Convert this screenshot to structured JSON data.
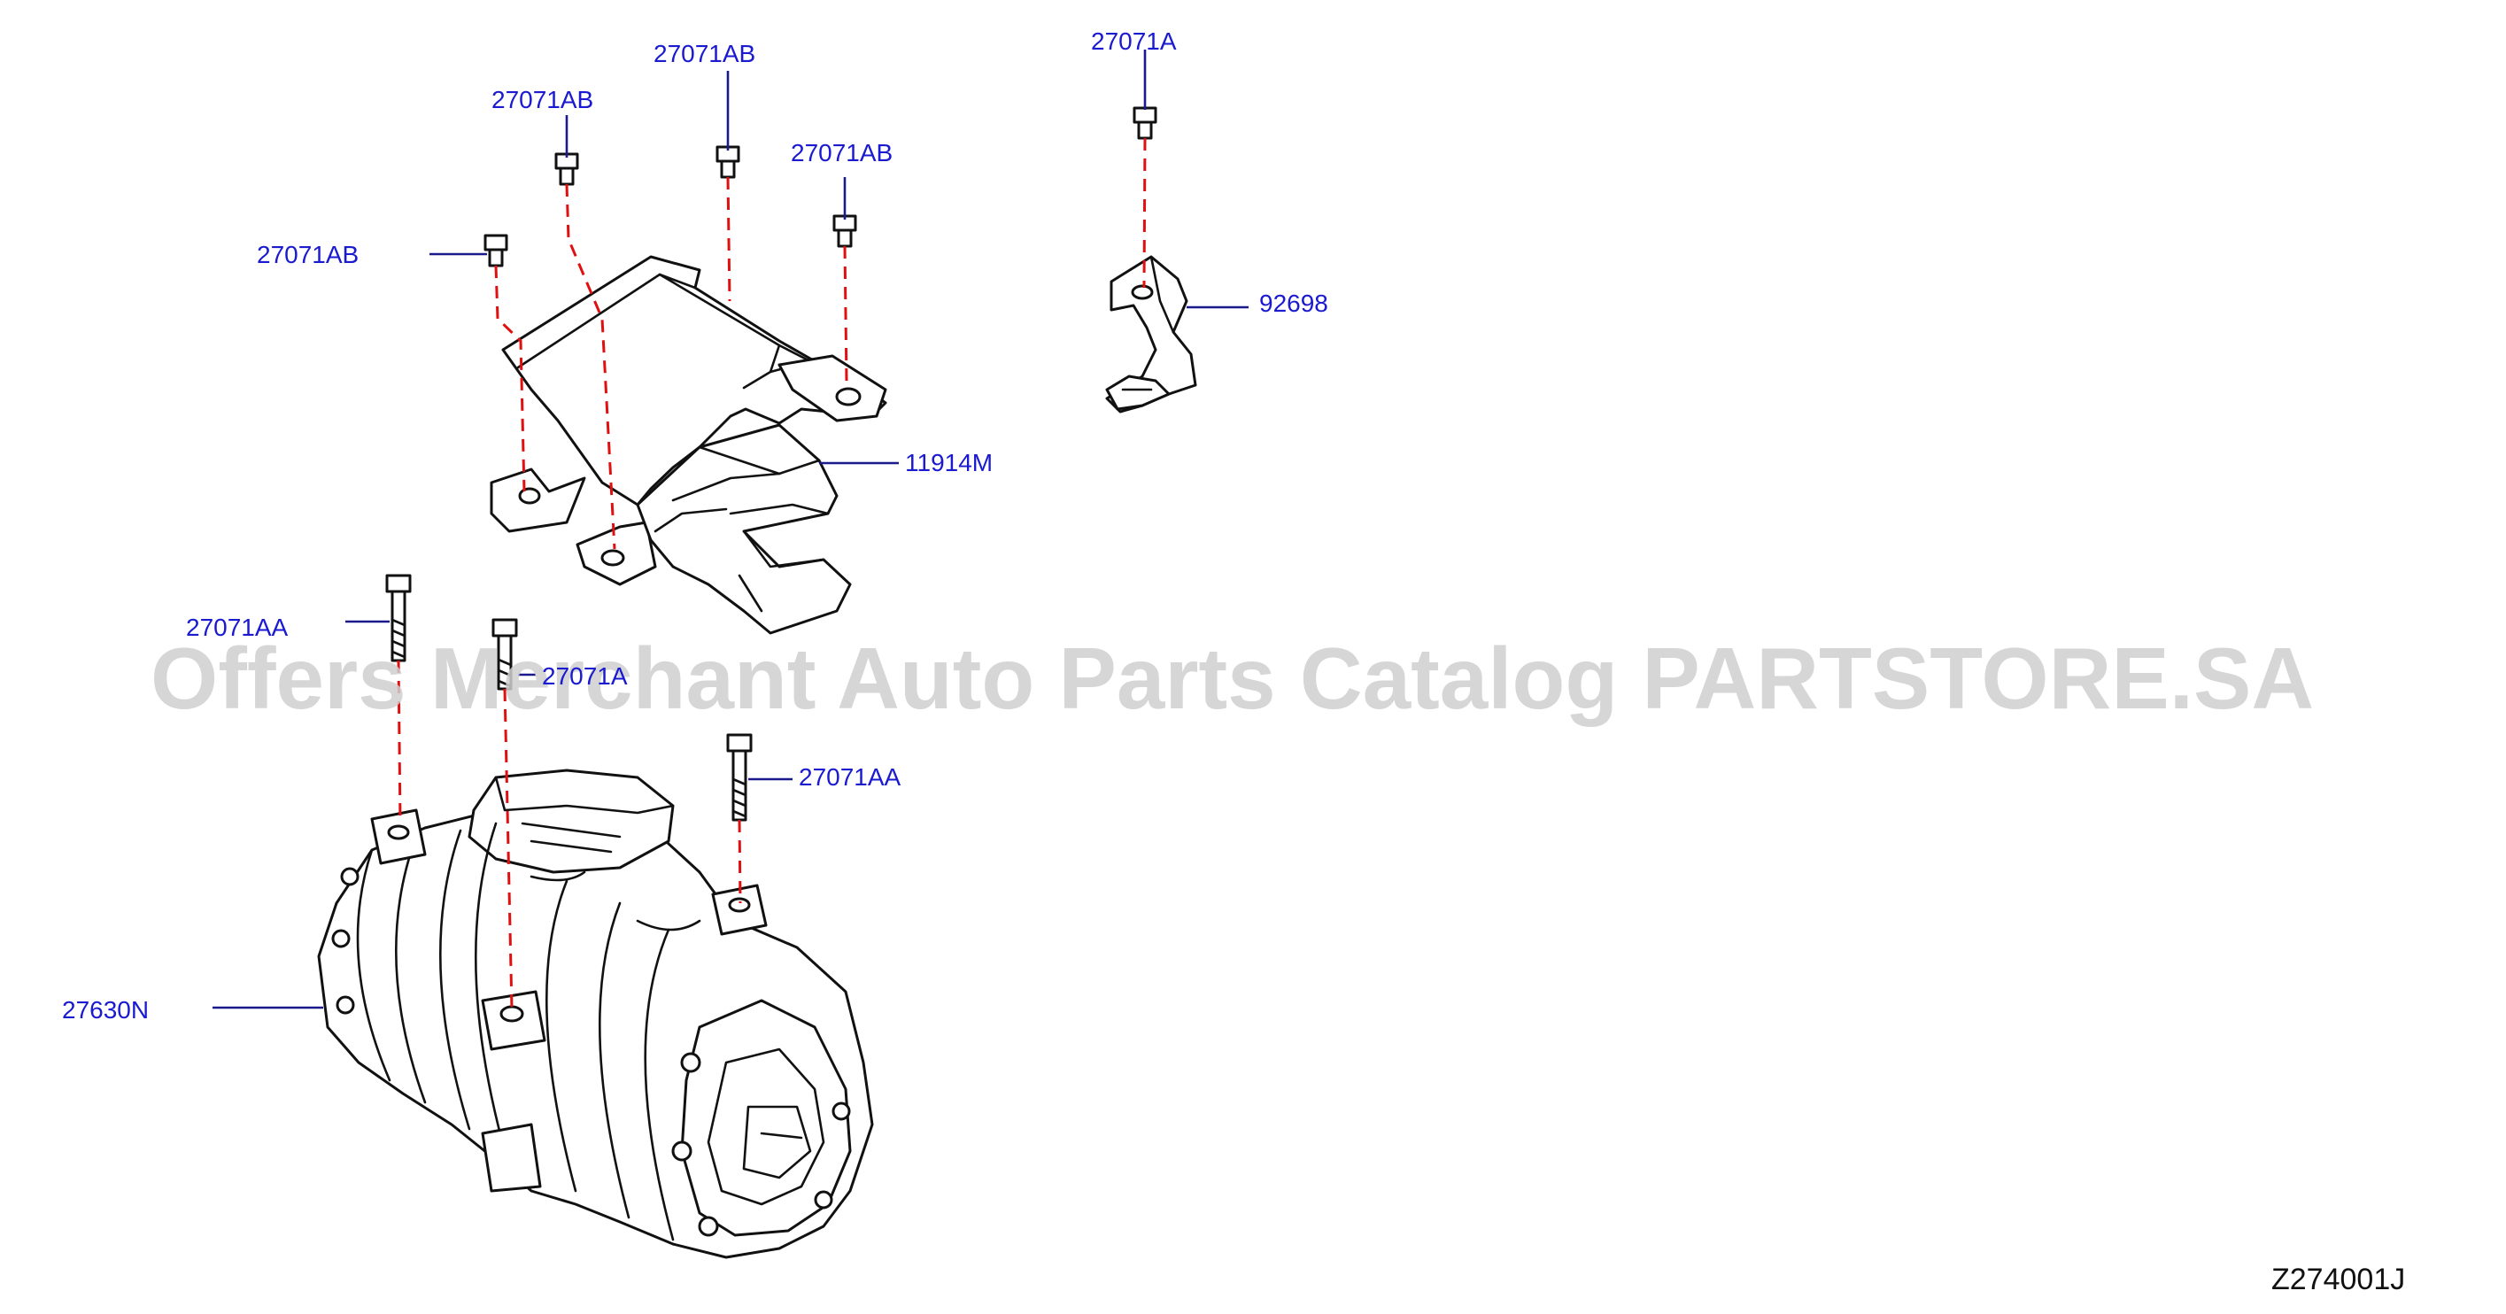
{
  "callouts": {
    "c_27071AB_a": "27071AB",
    "c_27071AB_b": "27071AB",
    "c_27071AB_c": "27071AB",
    "c_27071AB_d": "27071AB",
    "c_27071A_top": "27071A",
    "c_92698": "92698",
    "c_11914M": "11914M",
    "c_27071AA_left": "27071AA",
    "c_27071A_mid": "27071A",
    "c_27071AA_right": "27071AA",
    "c_27630N": "27630N"
  },
  "watermark": "Offers Merchant Auto Parts Catalog PARTSTORE.SA",
  "diagram_code": "Z274001J",
  "colors": {
    "callout_text": "#1a1ad0",
    "leader_line": "#1a1a8c",
    "install_dash": "#e01010",
    "outline": "#111111",
    "watermark": "#cfcfcf"
  }
}
